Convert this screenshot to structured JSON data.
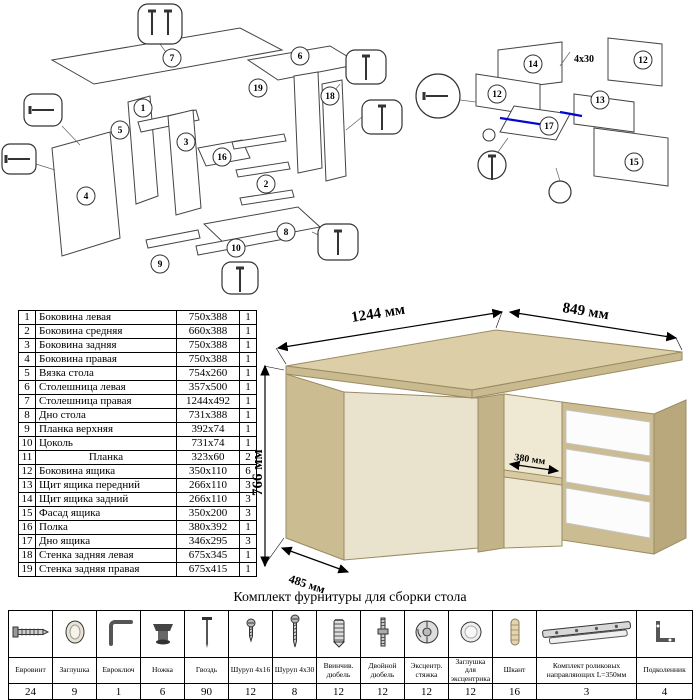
{
  "diagram": {
    "left": {
      "labels": [
        "7",
        "6",
        "19",
        "18",
        "5",
        "1",
        "3",
        "16",
        "2",
        "8",
        "10",
        "4",
        "9"
      ]
    },
    "right": {
      "labels": [
        "14",
        "12",
        "12",
        "13",
        "17",
        "15"
      ],
      "note": "4x30"
    }
  },
  "parts": {
    "rows": [
      {
        "num": "1",
        "name": "Боковина левая",
        "size": "750x388",
        "qty": "1"
      },
      {
        "num": "2",
        "name": "Боковина средняя",
        "size": "660x388",
        "qty": "1"
      },
      {
        "num": "3",
        "name": "Боковина задняя",
        "size": "750x388",
        "qty": "1"
      },
      {
        "num": "4",
        "name": "Боковина правая",
        "size": "750x388",
        "qty": "1"
      },
      {
        "num": "5",
        "name": "Вязка стола",
        "size": "754x260",
        "qty": "1"
      },
      {
        "num": "6",
        "name": "Столешница левая",
        "size": "357x500",
        "qty": "1"
      },
      {
        "num": "7",
        "name": "Столешница правая",
        "size": "1244x492",
        "qty": "1"
      },
      {
        "num": "8",
        "name": "Дно стола",
        "size": "731x388",
        "qty": "1"
      },
      {
        "num": "9",
        "name": "Планка верхняя",
        "size": "392x74",
        "qty": "1"
      },
      {
        "num": "10",
        "name": "Цоколь",
        "size": "731x74",
        "qty": "1"
      },
      {
        "num": "11",
        "name": "Планка",
        "size": "323x60",
        "qty": "2"
      },
      {
        "num": "12",
        "name": "Боковина ящика",
        "size": "350x110",
        "qty": "6"
      },
      {
        "num": "13",
        "name": "Щит ящика передний",
        "size": "266x110",
        "qty": "3"
      },
      {
        "num": "14",
        "name": "Щит ящика задний",
        "size": "266x110",
        "qty": "3"
      },
      {
        "num": "15",
        "name": "Фасад ящика",
        "size": "350x200",
        "qty": "3"
      },
      {
        "num": "16",
        "name": "Полка",
        "size": "380x392",
        "qty": "1"
      },
      {
        "num": "17",
        "name": "Дно ящика",
        "size": "346x295",
        "qty": "3"
      },
      {
        "num": "18",
        "name": "Стенка задняя левая",
        "size": "675x345",
        "qty": "1"
      },
      {
        "num": "19",
        "name": "Стенка задняя правая",
        "size": "675x415",
        "qty": "1"
      }
    ]
  },
  "desk": {
    "dim_width": "1244 мм",
    "dim_depth": "849 мм",
    "dim_height": "766 мм",
    "dim_shelf": "380 мм",
    "dim_floor": "485 мм"
  },
  "hardware_title": "Комплект фурнитуры для сборки стола",
  "hardware": {
    "items": [
      {
        "name": "Евровинт",
        "qty": "24"
      },
      {
        "name": "Заглушка",
        "qty": "9"
      },
      {
        "name": "Евроключ",
        "qty": "1"
      },
      {
        "name": "Ножка",
        "qty": "6"
      },
      {
        "name": "Гвоздь",
        "qty": "90"
      },
      {
        "name": "Шуруп 4x16",
        "qty": "12"
      },
      {
        "name": "Шуруп 4x30",
        "qty": "8"
      },
      {
        "name": "Ввинчив. дюбель",
        "qty": "12"
      },
      {
        "name": "Двойной дюбель",
        "qty": "12"
      },
      {
        "name": "Эксцентр. стяжка",
        "qty": "12"
      },
      {
        "name": "Заглушка для эксцентрика",
        "qty": "12"
      },
      {
        "name": "Шкант",
        "qty": "16"
      },
      {
        "name": "Комплект роликовых направляющих L=350мм",
        "qty": "3"
      },
      {
        "name": "Подколенник",
        "qty": "4"
      }
    ]
  }
}
